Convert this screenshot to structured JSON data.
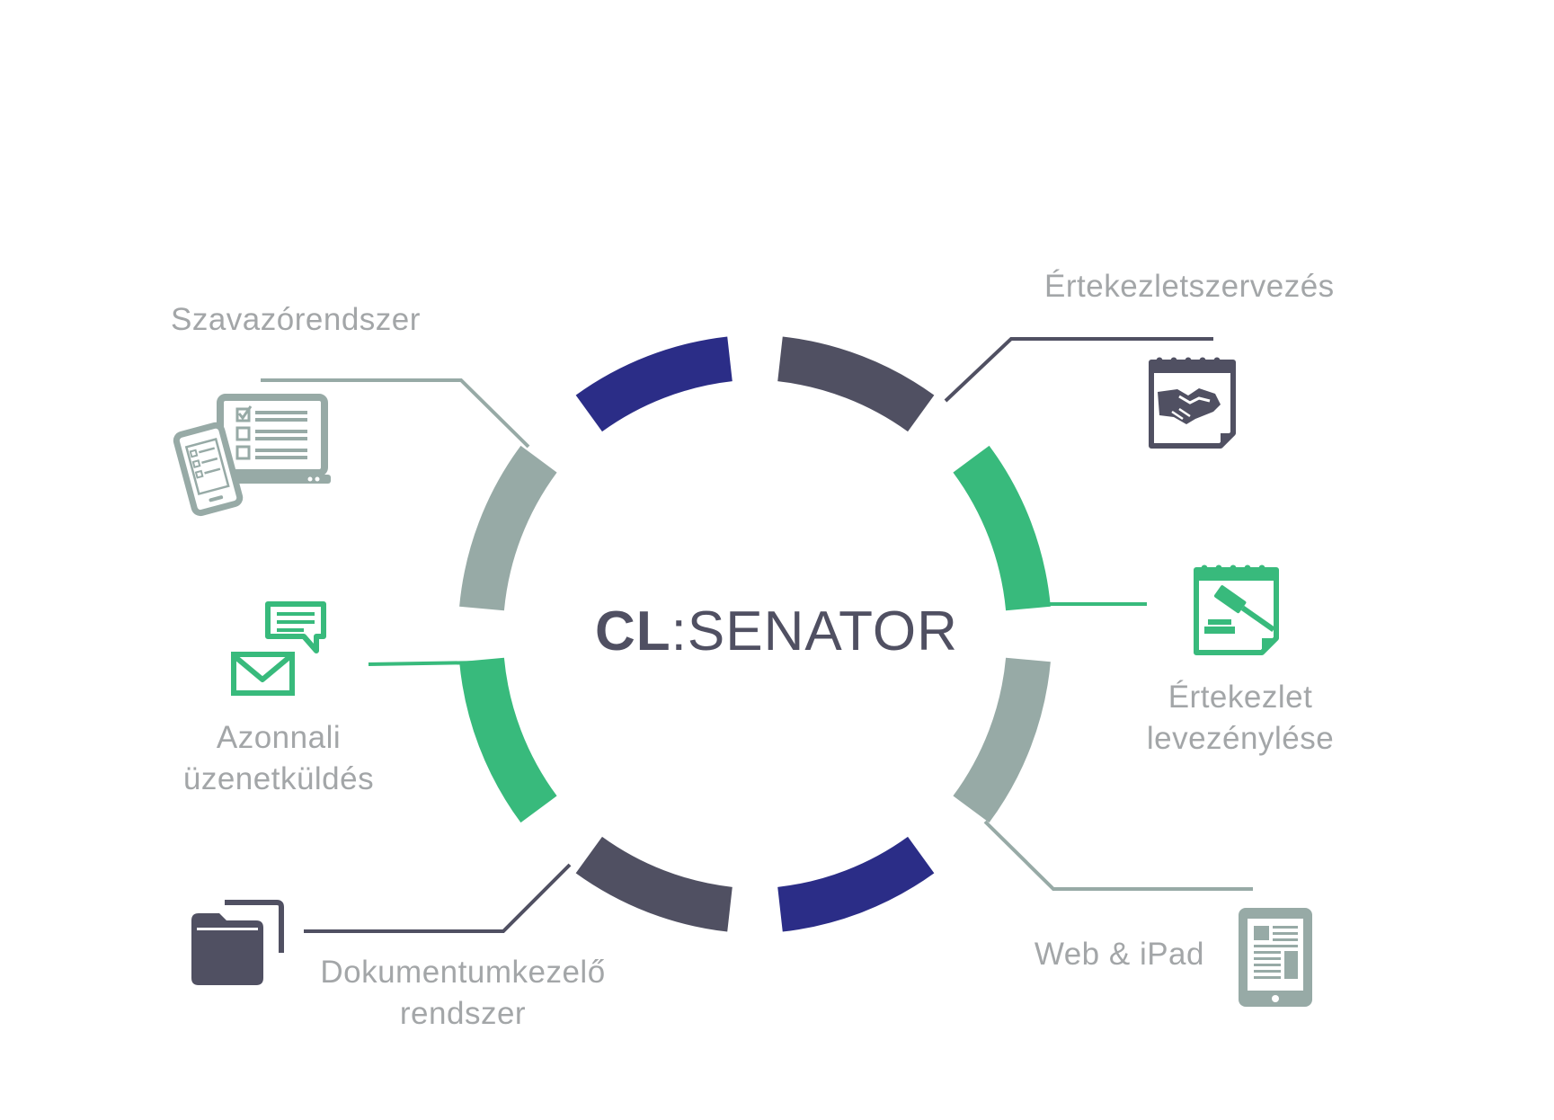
{
  "brand": {
    "prefix": "CL",
    "suffix": ":SENATOR"
  },
  "modules": [
    {
      "name": "szavazorendszer",
      "lines": [
        "Szavazórendszer"
      ],
      "icon": "voting-devices-icon"
    },
    {
      "name": "ertekezletszervezes",
      "lines": [
        "Értekezletszervezés"
      ],
      "icon": "handshake-calendar-icon"
    },
    {
      "name": "azonnali-uzenetkuldes",
      "lines": [
        "Azonnali",
        "üzenetküldés"
      ],
      "icon": "message-envelope-icon"
    },
    {
      "name": "ertekezlet-levezenylese",
      "lines": [
        "Értekezlet",
        "levezénylése"
      ],
      "icon": "gavel-calendar-icon"
    },
    {
      "name": "dokumentumkezelo-rendszer",
      "lines": [
        "Dokumentumkezelő",
        "rendszer"
      ],
      "icon": "folder-icon"
    },
    {
      "name": "web-ipad",
      "lines": [
        "Web & iPad"
      ],
      "icon": "tablet-icon"
    }
  ],
  "colors": {
    "navy": "#2b2d87",
    "dark": "#505062",
    "green": "#38ba7c",
    "gray": "#97aaa6",
    "label": "#a3a6a8"
  }
}
